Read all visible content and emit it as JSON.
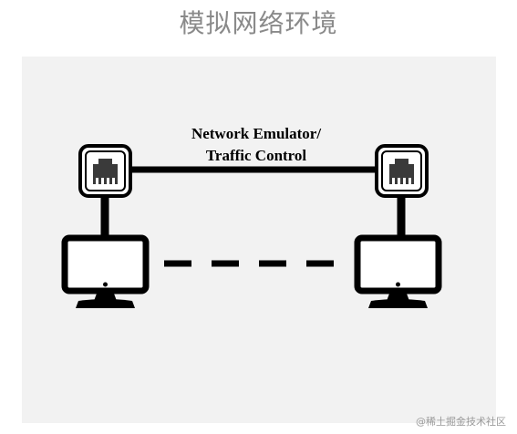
{
  "title": "模拟网络环境",
  "emulator": {
    "line1": "Network Emulator/",
    "line2": "Traffic Control"
  },
  "watermark": "@稀土掘金技术社区",
  "icons": {
    "left_port": "ethernet-port-icon",
    "right_port": "ethernet-port-icon",
    "left_host": "monitor-icon",
    "right_host": "monitor-icon"
  },
  "colors": {
    "stroke": "#000000",
    "panel": "#f2f2f2",
    "title": "#8a8a8a"
  }
}
